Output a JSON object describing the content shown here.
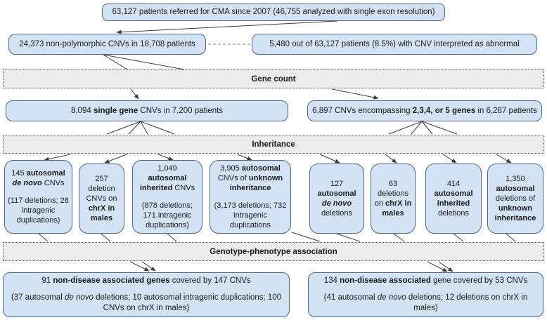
{
  "colors": {
    "box_fill": "#d3e3f3",
    "box_border": "#44688f",
    "band_fill": "#ececec",
    "band_border": "#555555",
    "connector": "#3a3a3a",
    "dashed_link": "#9e9e9e",
    "text": "#1a1a1a"
  },
  "top_box": {
    "text": "63,127 patients referred for CMA since 2007 (46,755 analyzed with single exon resolution)"
  },
  "row2": {
    "left": {
      "text": "24,373 non-polymorphic CNVs in 18,708 patients"
    },
    "right": {
      "text": "5,480 out of 63,127 patients (8.5%) with CNV interpreted as abnormal"
    }
  },
  "bands": {
    "gene_count": "Gene count",
    "inheritance": "Inheritance",
    "genotype": "Genotype-phenotype association"
  },
  "row3": {
    "left": {
      "s1": "8,094 ",
      "b1": "single gene",
      "s2": " CNVs in 7,200 patients"
    },
    "right": {
      "s1": "6,897 CNVs encompassing ",
      "b1": "2,3,4, or 5 genes",
      "s2": " in 6,287 patients"
    }
  },
  "inh": [
    {
      "s1": "145 ",
      "b1": "autosomal ",
      "bi1": "de novo",
      "s2": " CNVs",
      "note": "(117 deletions; 28 intragenic duplications)"
    },
    {
      "s1": "257 deletion CNVs on ",
      "b1": "chrX in males"
    },
    {
      "s1": "1,049",
      "b1": "autosomal inherited",
      "s2": " CNVs",
      "note": "(878 deletions; 171 intragenic duplications)"
    },
    {
      "s1": "3,905 ",
      "b1": "autosomal",
      "s2": " CNVs of ",
      "b2": "unknown inheritance",
      "note": "(3,173 deletions; 732 intragenic duplications"
    },
    {
      "s1": "127 ",
      "b1": "autosomal ",
      "bi1": "de novo",
      "s2": " deletions"
    },
    {
      "s1": "63 deletions on ",
      "b1": "chrX in males"
    },
    {
      "s1": "414 ",
      "b1": "autosomal inherited",
      "s2": " deletions"
    },
    {
      "s1": "1,350 ",
      "b1": "autosomal",
      "s2": " deletions of ",
      "b2": "unknown inheritance"
    }
  ],
  "bottom": {
    "left": {
      "s1": "91 ",
      "b1": "non-disease associated genes",
      "s2": " covered by 147 CNVs",
      "n1": "(37 autosomal ",
      "i1": "de novo",
      "n2": " deletions;  10 autosomal intragenic duplications; 100 CNVs on chrX in males)"
    },
    "right": {
      "s1": "134 ",
      "b1": "non-disease associated",
      "s2": " gene covered by 53 CNVs",
      "n1": "(41 autosomal ",
      "i1": "de novo",
      "n2": " deletions; 12 deletions on chrX in males)"
    }
  }
}
